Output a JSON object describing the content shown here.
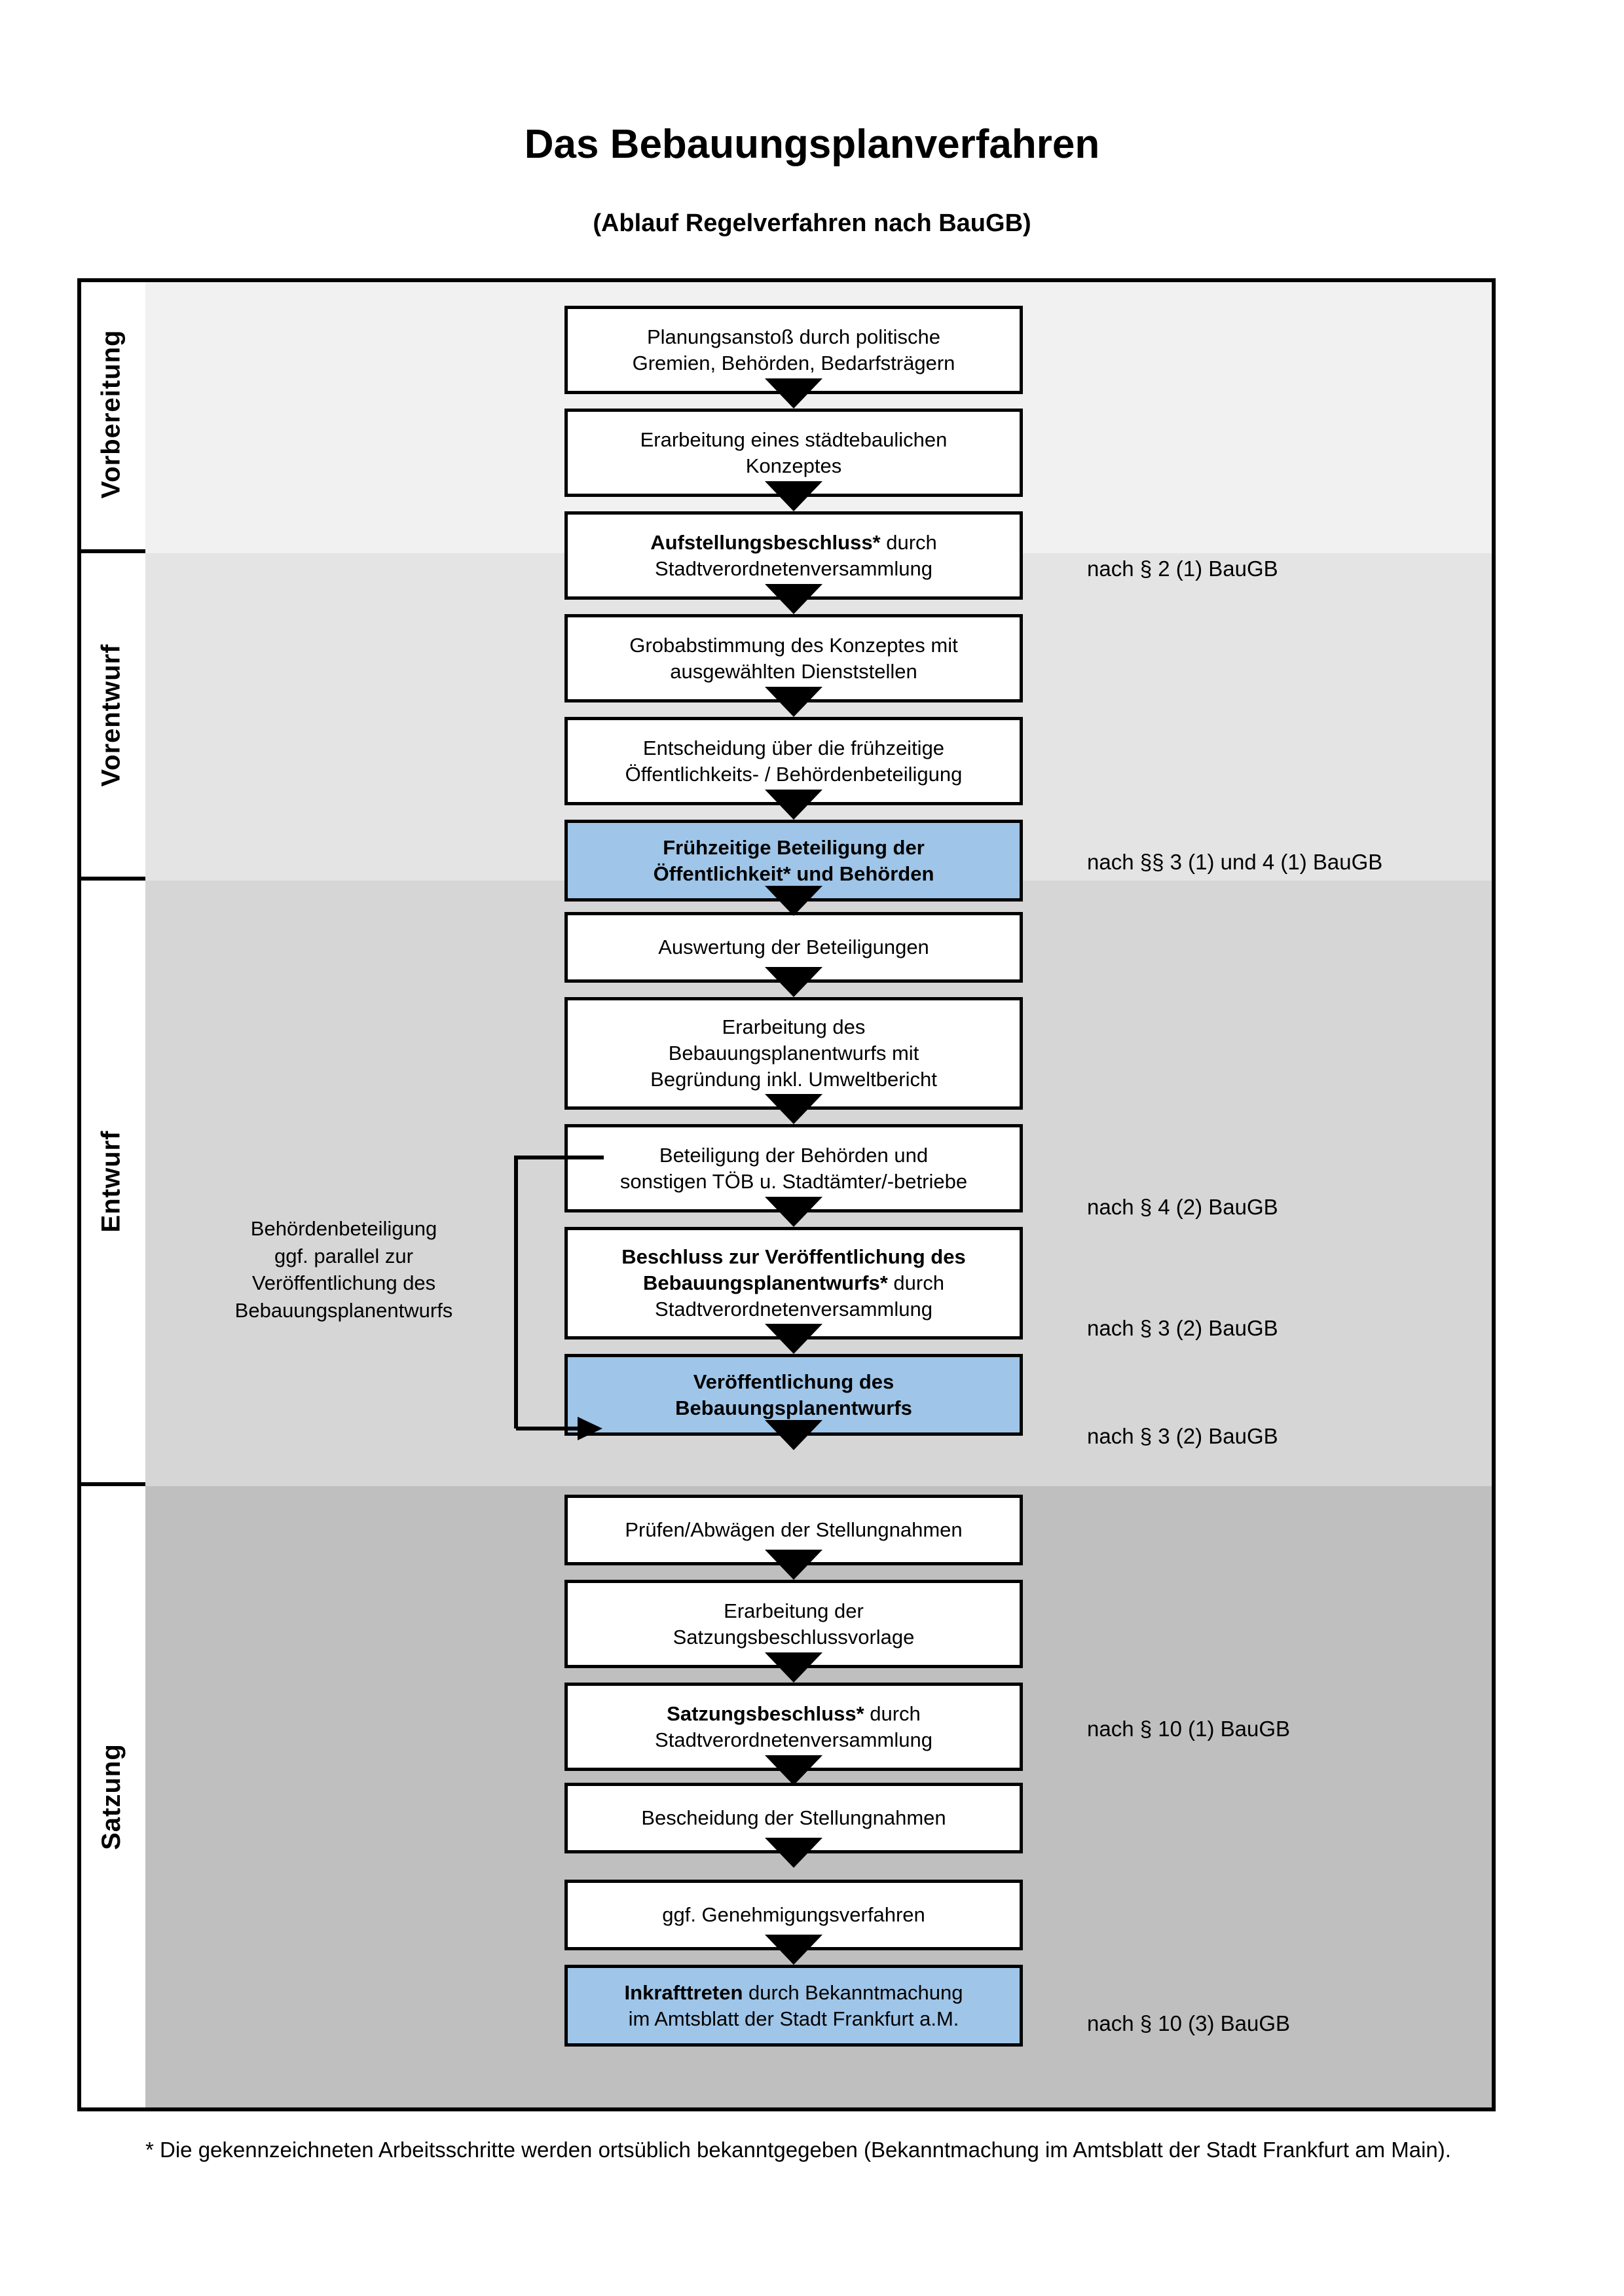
{
  "document": {
    "title": "Das Bebauungsplanverfahren",
    "subtitle": "(Ablauf Regelverfahren nach BauGB)",
    "footnote": "* Die gekennzeichneten Arbeitsschritte werden ortsüblich bekanntgegeben (Bekanntmachung im Amtsblatt  der Stadt Frankfurt am Main)."
  },
  "colors": {
    "highlight_blue": "#9fc5e8",
    "band_vorbereitung": "#f1f1f1",
    "band_vorentwurf": "#e4e4e4",
    "band_entwurf": "#d6d6d6",
    "band_satzung": "#bfbfbf",
    "stroke": "#000000",
    "page_background": "#ffffff"
  },
  "phases": [
    {
      "label": "Vorbereitung"
    },
    {
      "label": "Vorentwurf"
    },
    {
      "label": "Entwurf"
    },
    {
      "label": "Satzung"
    }
  ],
  "steps": [
    {
      "id": "planungsanstoss",
      "phase": "Vorbereitung",
      "highlighted": false,
      "lines": [
        {
          "text": "Planungsanstoß durch politische",
          "bold": false
        },
        {
          "text": "Gremien, Behörden, Bedarfsträgern",
          "bold": false
        }
      ]
    },
    {
      "id": "staedtebauliches-konzept",
      "phase": "Vorbereitung",
      "highlighted": false,
      "lines": [
        {
          "text": "Erarbeitung eines städtebaulichen",
          "bold": false
        },
        {
          "text": "Konzeptes",
          "bold": false
        }
      ]
    },
    {
      "id": "aufstellungsbeschluss",
      "phase": "Vorbereitung",
      "highlighted": false,
      "lines": [
        {
          "text": "Aufstellungsbeschluss*",
          "bold": true,
          "suffix": " durch"
        },
        {
          "text": "Stadtverordnetenversammlung",
          "bold": false
        }
      ]
    },
    {
      "id": "grobabstimmung",
      "phase": "Vorentwurf",
      "highlighted": false,
      "lines": [
        {
          "text": "Grobabstimmung des Konzeptes mit",
          "bold": false
        },
        {
          "text": "ausgewählten Dienststellen",
          "bold": false
        }
      ]
    },
    {
      "id": "entscheidung-fruehzeitige-beteiligung",
      "phase": "Vorentwurf",
      "highlighted": false,
      "lines": [
        {
          "text": "Entscheidung über die frühzeitige",
          "bold": false
        },
        {
          "text": "Öffentlichkeits- / Behördenbeteiligung",
          "bold": false
        }
      ]
    },
    {
      "id": "fruehzeitige-beteiligung",
      "phase": "Vorentwurf",
      "highlighted": true,
      "lines": [
        {
          "text": "Frühzeitige Beteiligung der",
          "bold": true
        },
        {
          "text": "Öffentlichkeit* und Behörden",
          "bold": true
        }
      ]
    },
    {
      "id": "auswertung-beteiligungen",
      "phase": "Entwurf",
      "highlighted": false,
      "lines": [
        {
          "text": "Auswertung der Beteiligungen",
          "bold": false
        }
      ]
    },
    {
      "id": "erarbeitung-bebauungsplanentwurf",
      "phase": "Entwurf",
      "highlighted": false,
      "lines": [
        {
          "text": "Erarbeitung des",
          "bold": false
        },
        {
          "text": "Bebauungsplanentwurfs mit",
          "bold": false
        },
        {
          "text": "Begründung inkl. Umweltbericht",
          "bold": false
        }
      ]
    },
    {
      "id": "beteiligung-behoerden-toeb",
      "phase": "Entwurf",
      "highlighted": false,
      "lines": [
        {
          "text": "Beteiligung der Behörden und",
          "bold": false
        },
        {
          "text": "sonstigen TÖB u. Stadtämter/-betriebe",
          "bold": false
        }
      ]
    },
    {
      "id": "beschluss-veroeffentlichung",
      "phase": "Entwurf",
      "highlighted": false,
      "lines": [
        {
          "text": "Beschluss zur Veröffentlichung des",
          "bold": true
        },
        {
          "text": "Bebauungsplanentwurfs*",
          "bold": true,
          "suffix": " durch"
        },
        {
          "text": "Stadtverordnetenversammlung",
          "bold": false
        }
      ]
    },
    {
      "id": "veroeffentlichung-entwurf",
      "phase": "Entwurf",
      "highlighted": true,
      "lines": [
        {
          "text": "Veröffentlichung des",
          "bold": true
        },
        {
          "text": "Bebauungsplanentwurfs",
          "bold": true
        }
      ]
    },
    {
      "id": "pruefen-abwaegen",
      "phase": "Satzung",
      "highlighted": false,
      "lines": [
        {
          "text": "Prüfen/Abwägen der Stellungnahmen",
          "bold": false
        }
      ]
    },
    {
      "id": "erarbeitung-satzungsbeschlussvorlage",
      "phase": "Satzung",
      "highlighted": false,
      "lines": [
        {
          "text": "Erarbeitung der",
          "bold": false
        },
        {
          "text": "Satzungsbeschlussvorlage",
          "bold": false
        }
      ]
    },
    {
      "id": "satzungsbeschluss",
      "phase": "Satzung",
      "highlighted": false,
      "lines": [
        {
          "text": "Satzungsbeschluss*",
          "bold": true,
          "suffix": " durch"
        },
        {
          "text": "Stadtverordnetenversammlung",
          "bold": false
        }
      ]
    },
    {
      "id": "bescheidung-stellungnahmen",
      "phase": "Satzung",
      "highlighted": false,
      "lines": [
        {
          "text": "Bescheidung der Stellungnahmen",
          "bold": false
        }
      ]
    },
    {
      "id": "genehmigungsverfahren",
      "phase": "Satzung",
      "highlighted": false,
      "lines": [
        {
          "text": "ggf. Genehmigungsverfahren",
          "bold": false
        }
      ]
    },
    {
      "id": "inkrafttreten",
      "phase": "Satzung",
      "highlighted": true,
      "lines": [
        {
          "text": "Inkrafttreten",
          "bold": true,
          "suffix": " durch Bekanntmachung"
        },
        {
          "text": "im Amtsblatt der Stadt Frankfurt a.M.",
          "bold": false
        }
      ]
    }
  ],
  "legal_refs": [
    {
      "id": "ref-2-1",
      "text": "nach § 2 (1) BauGB",
      "for_step": "aufstellungsbeschluss"
    },
    {
      "id": "ref-3-1-4-1",
      "text": "nach §§ 3 (1) und 4 (1) BauGB",
      "for_step": "fruehzeitige-beteiligung"
    },
    {
      "id": "ref-4-2",
      "text": "nach § 4 (2) BauGB",
      "for_step": "beteiligung-behoerden-toeb"
    },
    {
      "id": "ref-3-2-a",
      "text": "nach § 3 (2) BauGB",
      "for_step": "beschluss-veroeffentlichung"
    },
    {
      "id": "ref-3-2-b",
      "text": "nach § 3 (2) BauGB",
      "for_step": "veroeffentlichung-entwurf"
    },
    {
      "id": "ref-10-1",
      "text": "nach § 10 (1) BauGB",
      "for_step": "satzungsbeschluss"
    },
    {
      "id": "ref-10-3",
      "text": "nach § 10 (3) BauGB",
      "for_step": "inkrafttreten"
    }
  ],
  "side_note": {
    "lines": [
      "Behördenbeteiligung",
      "ggf. parallel zur",
      "Veröffentlichung des",
      "Bebauungsplanentwurfs"
    ],
    "text": "Behördenbeteiligung ggf. parallel zur Veröffentlichung des Bebauungsplanentwurfs"
  }
}
